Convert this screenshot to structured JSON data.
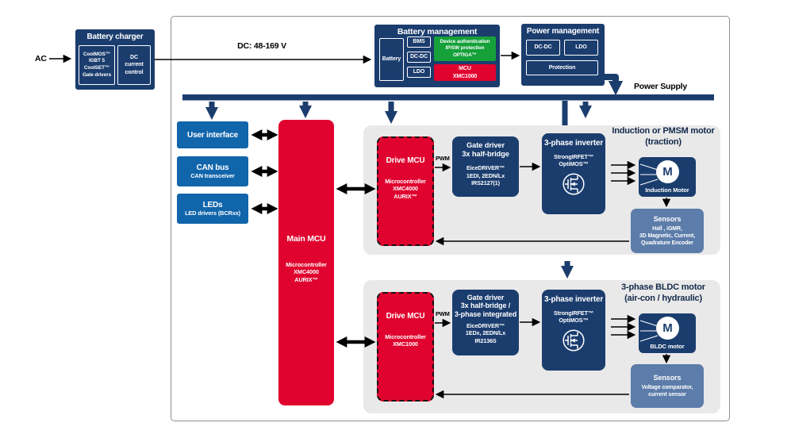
{
  "diagram": {
    "ac_label": "AC",
    "dc_link_label": "DC: 48-169 V",
    "power_supply_label": "Power Supply",
    "pwm_label": "PWM"
  },
  "colors": {
    "navy": "#1b3d6e",
    "blue": "#1165ab",
    "red": "#e0032f",
    "green": "#15a03a",
    "steel_blue": "#5c7ca9",
    "panel_gray": "#e9e9e9"
  },
  "battery_charger": {
    "title": "Battery charger",
    "chip_left": "CoolMOS™\nIGBT 5\nCoolSET™\nGate drivers",
    "chip_right": "DC\ncurrent\ncontrol"
  },
  "battery_management": {
    "title": "Battery management",
    "battery_chip": "Battery",
    "chips": [
      "BMS",
      "DC-DC",
      "LDO"
    ],
    "security_chip": "Device authentication\nIP/SW protection\nOPTIGA™",
    "mcu_chip": "MCU\nXMC1000"
  },
  "power_management": {
    "title": "Power management",
    "chip_left": "DC-DC",
    "chip_right": "LDO",
    "protection_chip": "Protection"
  },
  "peripherals": [
    {
      "title": "User interface",
      "subtitle": ""
    },
    {
      "title": "CAN bus",
      "subtitle": "CAN transceiver"
    },
    {
      "title": "LEDs",
      "subtitle": "LED drivers (BCRxx)"
    }
  ],
  "main_mcu": {
    "title": "Main MCU",
    "subtitle": "Microcontroller\nXMC4000\nAURIX™"
  },
  "traction_section": {
    "heading": "Induction or PMSM motor\n(traction)",
    "drive_mcu": {
      "title": "Drive MCU",
      "subtitle": "Microcontroller\nXMC4000\nAURIX™"
    },
    "gate_driver": {
      "title": "Gate driver\n3x half-bridge",
      "parts": "EiceDRIVER™\n1EDI, 2EDN/Lx\nIRS2127(1)"
    },
    "inverter": {
      "title": "3-phase inverter",
      "parts": "StrongIRFET™\nOptiMOS™"
    },
    "motor": {
      "label": "Induction Motor",
      "symbol": "M"
    },
    "sensors": {
      "title": "Sensors",
      "items": "Hall , iGMR,\n3D Magnetic, Current,\nQuadrature Encoder"
    }
  },
  "bldc_section": {
    "heading": "3-phase BLDC motor\n(air-con / hydraulic)",
    "drive_mcu": {
      "title": "Drive MCU",
      "subtitle": "Microcontroller\nXMC1000"
    },
    "gate_driver": {
      "title": "Gate driver\n3x half-bridge /\n3-phase integrated",
      "parts": "EiceDRIVER™\n1EDx, 2EDN/Lx\nIR2136S"
    },
    "inverter": {
      "title": "3-phase inverter",
      "parts": "StrongIRFET™\nOptiMOS™"
    },
    "motor": {
      "label": "BLDC motor",
      "symbol": "M"
    },
    "sensors": {
      "title": "Sensors",
      "items": "Voltage comparator,\ncurrent sensor"
    }
  }
}
